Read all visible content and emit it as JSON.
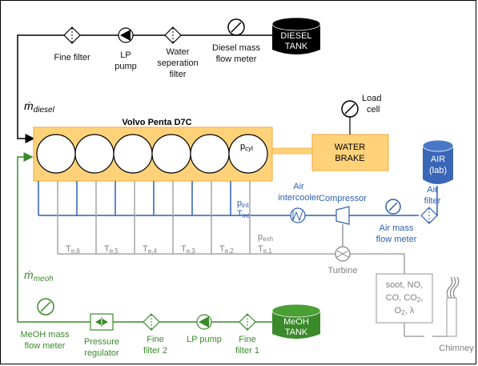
{
  "engine": {
    "title": "Volvo Penta D7C",
    "pcyl": "p",
    "pcyl_sub": "cyl"
  },
  "water_brake": {
    "line1": "WATER",
    "line2": "BRAKE"
  },
  "load_cell": {
    "line1": "Load",
    "line2": "cell"
  },
  "diesel": {
    "tank_line1": "DIESEL",
    "tank_line2": "TANK",
    "fine_filter": "Fine filter",
    "lp_pump_line1": "LP",
    "lp_pump_line2": "pump",
    "water_sep_line1": "Water",
    "water_sep_line2": "seperation",
    "water_sep_line3": "filter",
    "flow_meter_line1": "Diesel mass",
    "flow_meter_line2": "flow meter",
    "mdot_base": "ṁ",
    "mdot_sub": "diesel"
  },
  "air": {
    "box_line1": "AIR",
    "box_line2": "(lab)",
    "filter_line1": "Air",
    "filter_line2": "filter",
    "flow_meter_line1": "Air mass",
    "flow_meter_line2": "flow meter",
    "compressor": "Compressor",
    "intercooler_line1": "Air",
    "intercooler_line2": "intercooler",
    "pint": "p",
    "pint_sub": "int",
    "tint": "T",
    "tint_sub": "int"
  },
  "exhaust": {
    "pexh": "p",
    "pexh_sub": "exh",
    "te_labels": [
      {
        "base": "T",
        "sub": "e,6"
      },
      {
        "base": "T",
        "sub": "e,5"
      },
      {
        "base": "T",
        "sub": "e,4"
      },
      {
        "base": "T",
        "sub": "e,3"
      },
      {
        "base": "T",
        "sub": "e,2"
      },
      {
        "base": "T",
        "sub": "e,1"
      }
    ],
    "turbine": "Turbine",
    "emissions_line1": "soot, NO,",
    "emissions_line2": "CO, CO",
    "emissions_line2_sub": "2",
    "emissions_line2_end": ",",
    "emissions_line3": "O",
    "emissions_line3_sub": "2",
    "emissions_line3_end": ", λ",
    "chimney": "Chimney"
  },
  "meoh": {
    "tank_line1": "MeOH",
    "tank_line2": "TANK",
    "flow_meter_line1": "MeOH mass",
    "flow_meter_line2": "flow meter",
    "pressure_reg_line1": "Pressure",
    "pressure_reg_line2": "regulator",
    "fine_filter2_line1": "Fine",
    "fine_filter2_line2": "filter 2",
    "lp_pump": "LP pump",
    "fine_filter1_line1": "Fine",
    "fine_filter1_line2": "filter 1",
    "mdot_base": "ṁ",
    "mdot_sub": "meoh"
  },
  "colors": {
    "engine_fill": "#ffd27a",
    "engine_border": "#f3b24a",
    "air_line": "#2f5fb3",
    "meoh_line": "#3a8a2a",
    "exhaust_line": "#a6a6a6",
    "diesel_line": "#000000"
  }
}
